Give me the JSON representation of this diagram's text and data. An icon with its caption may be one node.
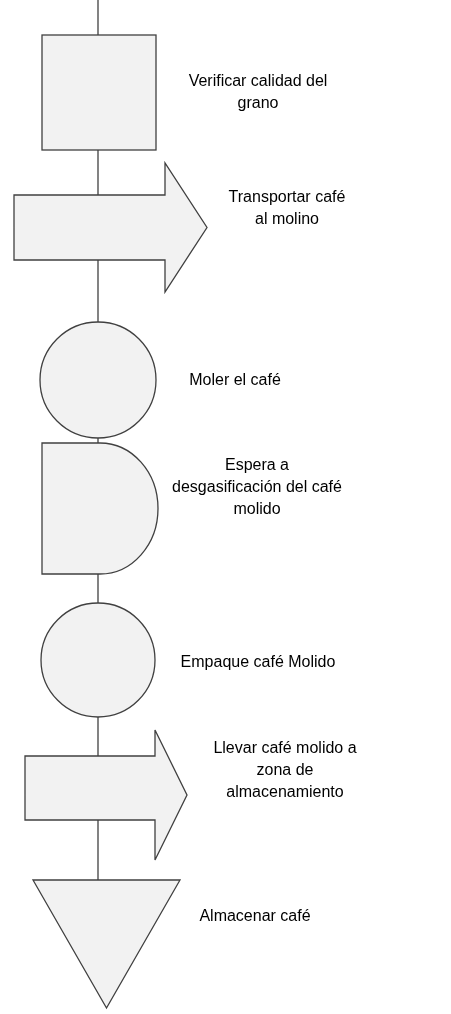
{
  "diagram": {
    "nodes": [
      {
        "text": [],
        "shape": "box",
        "beside": [
          "Verificar calidad del grano"
        ]
      },
      {
        "text": [],
        "shape": "arrow",
        "beside": [
          "Transportar café al molino"
        ]
      },
      {
        "text": [],
        "shape": "circle",
        "beside": [
          "Moler el café"
        ]
      },
      {
        "text": [],
        "shape": "delay",
        "beside": [
          "Espera a desgasificación del café molido"
        ]
      },
      {
        "text": [],
        "shape": "circle",
        "beside": [
          "Empaque café Molido"
        ]
      },
      {
        "text": [],
        "shape": "arrow",
        "beside": [
          "Llevar café molido a zona de almacenamiento"
        ]
      },
      {
        "text": [],
        "shape": "triangle",
        "beside": [
          "Almacenar café"
        ]
      }
    ],
    "edges": [
      {
        "from": null,
        "to": 0,
        "arrow": "none"
      },
      {
        "from": 0,
        "to": 1,
        "arrow": "none"
      },
      {
        "from": 1,
        "to": 2,
        "arrow": "none"
      },
      {
        "from": 2,
        "to": 3,
        "arrow": "none"
      },
      {
        "from": 3,
        "to": 4,
        "arrow": "none"
      },
      {
        "from": 4,
        "to": 5,
        "arrow": "none"
      },
      {
        "from": 5,
        "to": 6,
        "arrow": "none"
      }
    ]
  }
}
